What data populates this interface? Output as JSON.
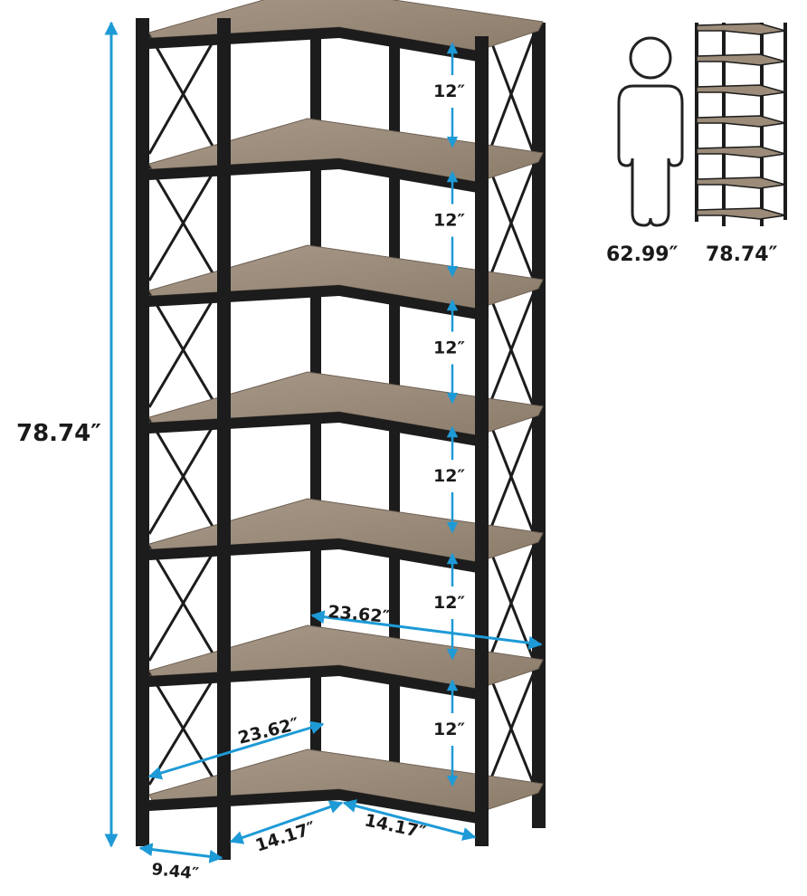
{
  "dimensions": {
    "total_height": "78.74″",
    "shelf_spacing": [
      "12″",
      "12″",
      "12″",
      "12″",
      "12″",
      "12″"
    ],
    "upper_diagonal": "23.62″",
    "lower_diagonal": "23.62″",
    "left_width": "14.17″",
    "right_width": "14.17″",
    "depth": "9.44″"
  },
  "comparison": {
    "person_height": "62.99″",
    "shelf_height": "78.74″"
  },
  "colors": {
    "frame": "#1c1c1c",
    "wood": "#9b8b78",
    "wood_edge": "#6e6154",
    "arrow": "#1e9ad6"
  }
}
